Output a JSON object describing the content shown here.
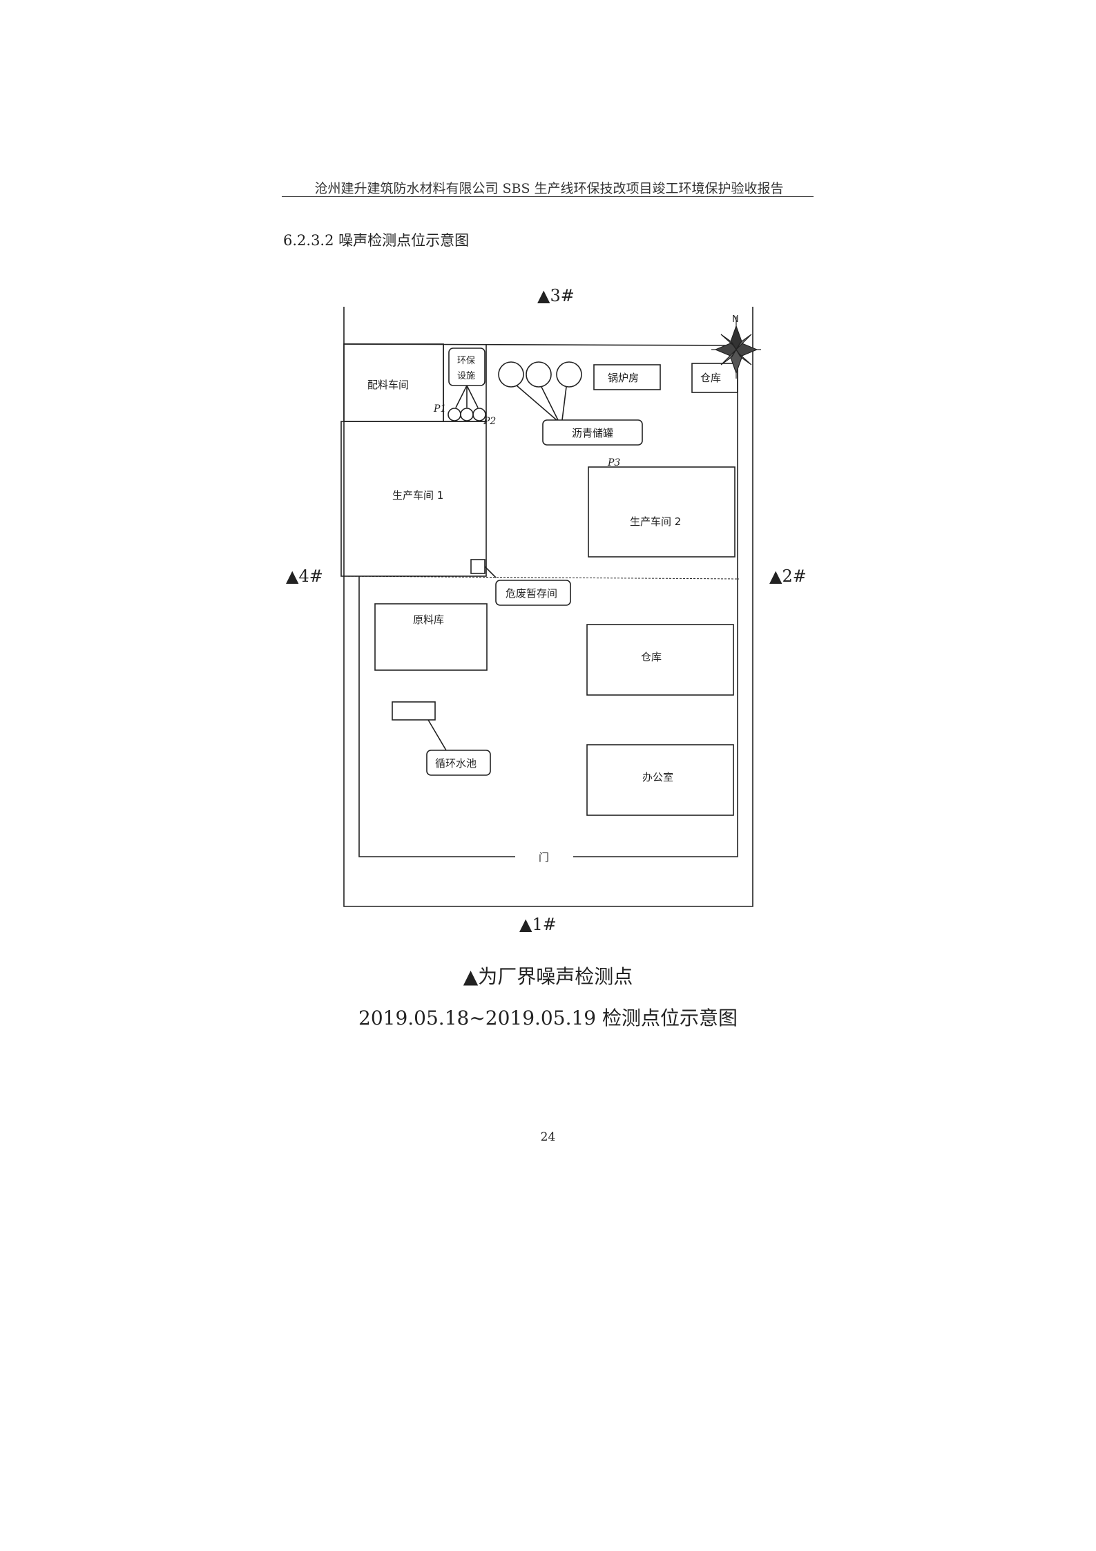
{
  "header": {
    "title": "沧州建升建筑防水材料有限公司 SBS 生产线环保技改项目竣工环境保护验收报告"
  },
  "section": {
    "title": "6.2.3.2 噪声检测点位示意图"
  },
  "markers": {
    "p1": "▲1#",
    "p2": "▲2#",
    "p3": "▲3#",
    "p4": "▲4#"
  },
  "diagram": {
    "peiliao": "配料车间",
    "huanbao_1": "环保",
    "huanbao_2": "设施",
    "guolu": "锅炉房",
    "cangku_small": "仓库",
    "liqing": "沥青储罐",
    "shengchan1": "生产车间 1",
    "shengchan2": "生产车间 2",
    "weifei": "危废暂存间",
    "yuanliao": "原料库",
    "cangku": "仓库",
    "xunhuan": "循环水池",
    "bangong": "办公室",
    "men": "门",
    "compass_n": "N",
    "pt_p1": "P1",
    "pt_p2": "P2",
    "pt_p3": "P3"
  },
  "legend": "▲为厂界噪声检测点",
  "caption": "2019.05.18~2019.05.19 检测点位示意图",
  "page_number": "24"
}
